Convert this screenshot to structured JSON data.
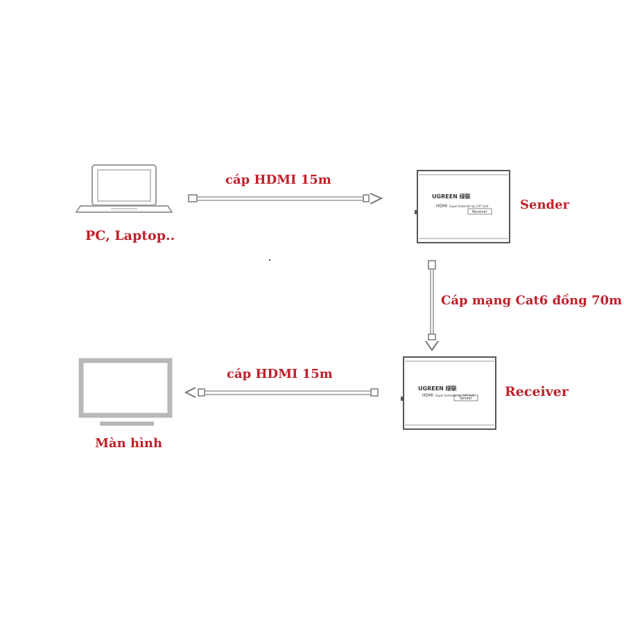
{
  "labels": {
    "pc": "PC, Laptop..",
    "sender": "Sender",
    "receiver": "Receiver",
    "monitor": "Màn hình",
    "hdmi_top": "cáp HDMI 15m",
    "hdmi_bottom": "cáp HDMI 15m",
    "cat6": "Cáp mạng Cat6 đồng 70m"
  },
  "devices": {
    "sender": {
      "brand": "UGREEN 绿联",
      "product": "HDMI",
      "desc": "Super Extender by CAT 5e/6",
      "tag": "Receiver"
    },
    "receiver": {
      "brand": "UGREEN 绿联",
      "product": "HDMI",
      "desc": "Super Extender by CAT 5e/6",
      "tag": "Sender"
    }
  },
  "colors": {
    "label": "#c0202a",
    "outline": "#555555",
    "cable": "#9a9a9a"
  }
}
